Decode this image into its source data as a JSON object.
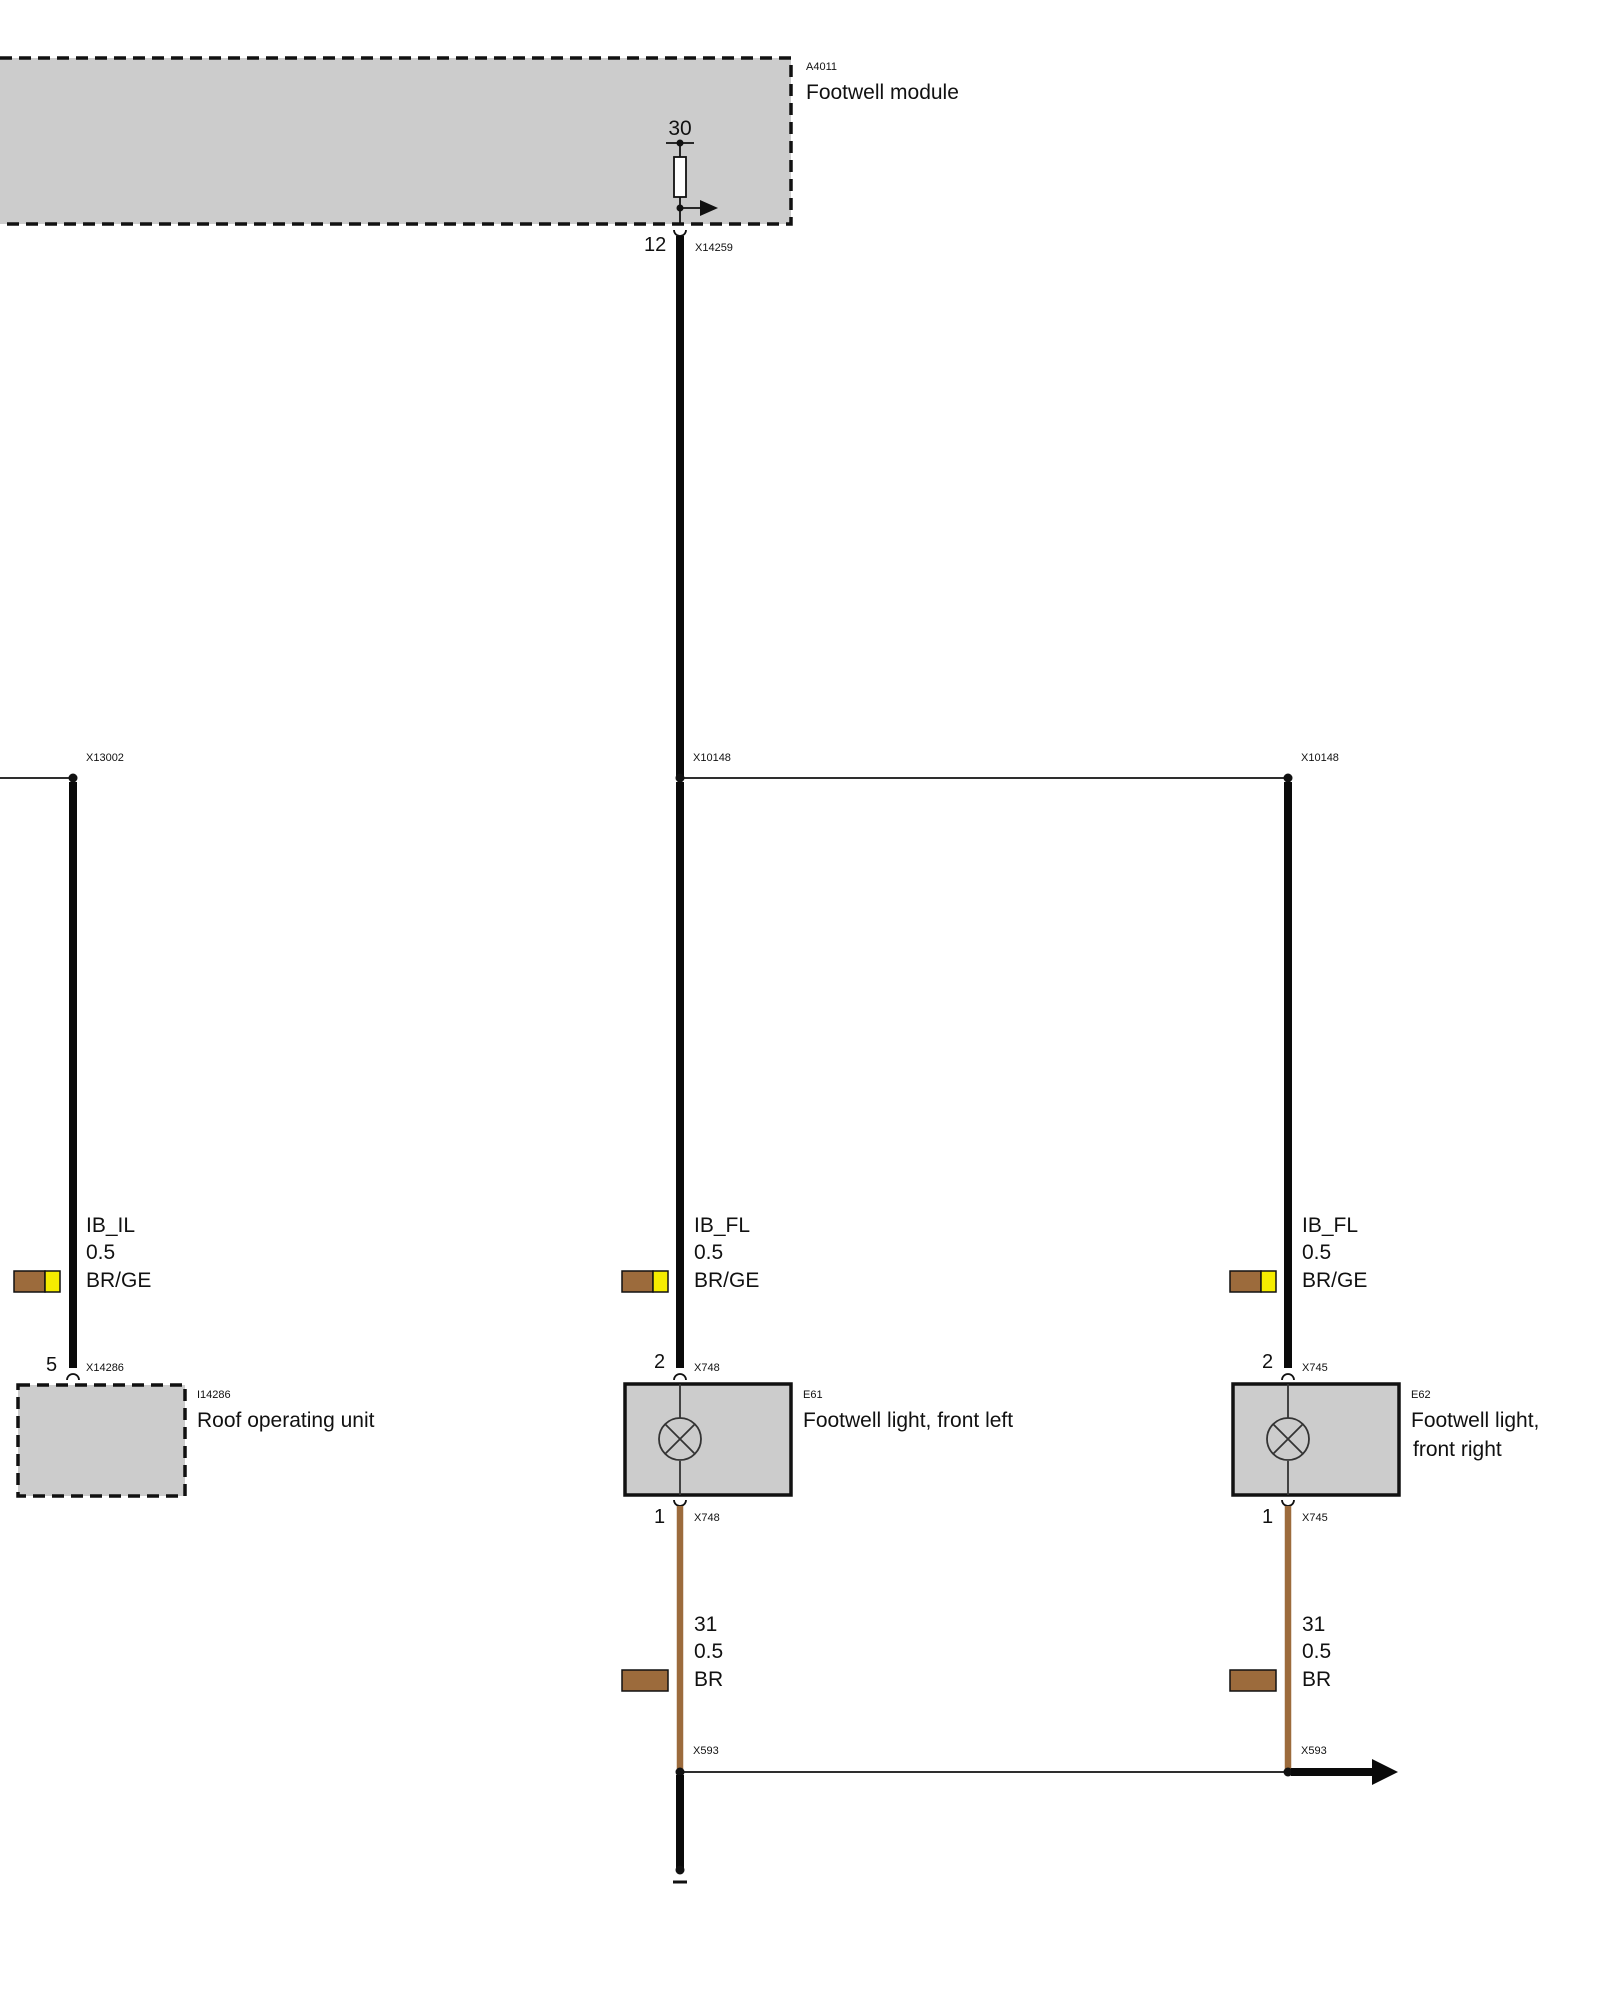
{
  "colors": {
    "module_fill": "#cccccc",
    "wire_black": "#0a0a0a",
    "wire_brown": "#9c6b3c",
    "swatch_brown": "#9c6b3c",
    "swatch_yellow": "#f5ec00"
  },
  "modules": {
    "footwell": {
      "code": "A4011",
      "name": "Footwell module",
      "terminal": "30",
      "pin": "12",
      "connector": "X14259"
    },
    "roof": {
      "code": "I14286",
      "name": "Roof operating unit",
      "pin": "5",
      "connector": "X14286"
    },
    "light_left": {
      "code": "E61",
      "name": "Footwell light, front left",
      "pin_top": "2",
      "connector_top": "X748",
      "pin_bottom": "1",
      "connector_bottom": "X748"
    },
    "light_right": {
      "code": "E62",
      "name_line1": "Footwell light,",
      "name_line2": "front right",
      "pin_top": "2",
      "connector_top": "X745",
      "pin_bottom": "1",
      "connector_bottom": "X745"
    }
  },
  "splices": {
    "left": "X13002",
    "mid": "X10148",
    "right": "X10148",
    "ground_left": "X593",
    "ground_right": "X593"
  },
  "wires": {
    "left_signal": {
      "signal": "IB_IL",
      "size": "0.5",
      "color": "BR/GE"
    },
    "mid_signal": {
      "signal": "IB_FL",
      "size": "0.5",
      "color": "BR/GE"
    },
    "right_signal": {
      "signal": "IB_FL",
      "size": "0.5",
      "color": "BR/GE"
    },
    "mid_ground": {
      "signal": "31",
      "size": "0.5",
      "color": "BR"
    },
    "right_ground": {
      "signal": "31",
      "size": "0.5",
      "color": "BR"
    }
  },
  "icons": {
    "bulb": "lamp-cross-icon",
    "fuse": "fuse-resistor-icon",
    "arrow": "continuation-arrow-icon"
  }
}
